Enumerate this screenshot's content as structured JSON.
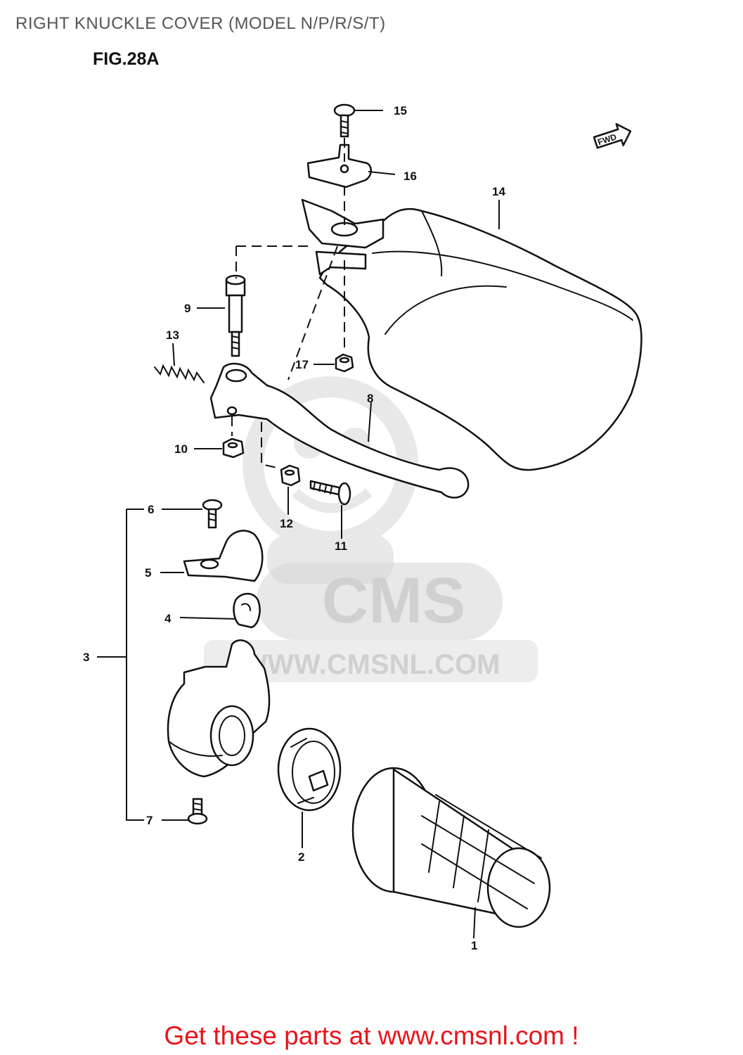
{
  "header": {
    "title": "RIGHT KNUCKLE COVER (MODEL N/P/R/S/T)",
    "figure": "FIG.28A"
  },
  "direction_mark": "FWD",
  "watermark": {
    "brand": "CMS",
    "site": "WWW.CMSNL.COM"
  },
  "callouts": {
    "c1": "1",
    "c2": "2",
    "c3": "3",
    "c4": "4",
    "c5": "5",
    "c6": "6",
    "c7": "7",
    "c8": "8",
    "c9": "9",
    "c10": "10",
    "c11": "11",
    "c12": "12",
    "c13": "13",
    "c14": "14",
    "c15": "15",
    "c16": "16",
    "c17": "17"
  },
  "footer": {
    "link_text": "Get these parts at www.cmsnl.com !"
  }
}
